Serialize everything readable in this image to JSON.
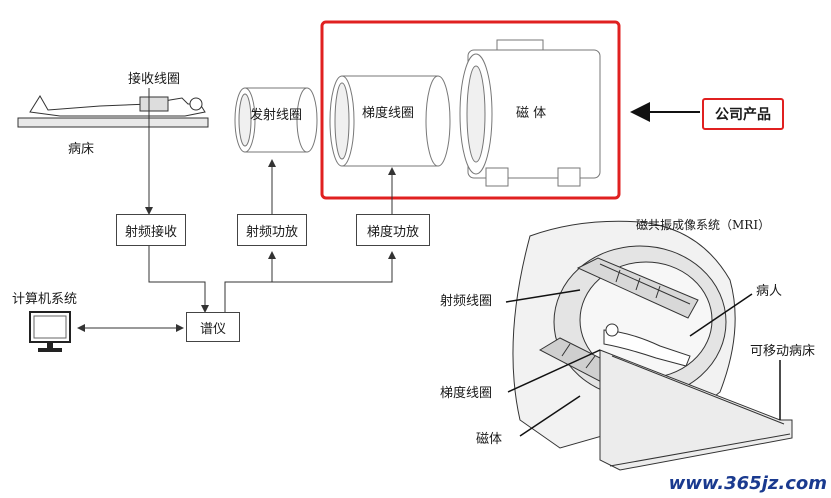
{
  "left_diagram": {
    "bed_label": "病床",
    "receive_coil_label": "接收线圈",
    "transmit_coil_label": "发射线圈",
    "gradient_coil_label": "梯度线圈",
    "magnet_label": "磁  体",
    "rf_receive_box": "射频接收",
    "rf_amp_box": "射频功放",
    "gradient_amp_box": "梯度功放",
    "spectrometer_box": "谱仪",
    "computer_label": "计算机系统"
  },
  "callout": {
    "company_product": "公司产品",
    "highlight_color": "#e02020"
  },
  "mri_figure": {
    "title": "磁共振成像系统（MRI）",
    "rf_coil_label": "射频线圈",
    "patient_label": "病人",
    "movable_bed_label": "可移动病床",
    "gradient_coil_label": "梯度线圈",
    "magnet_label": "磁体"
  },
  "watermark": "www.365jz.com"
}
